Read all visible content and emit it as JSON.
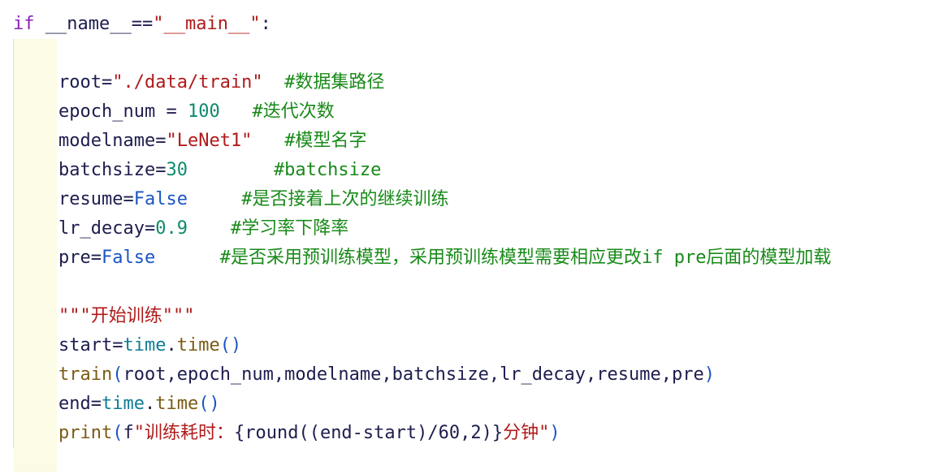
{
  "lines": {
    "l1": {
      "kw": "if",
      "name": "__name__",
      "op": "==",
      "str": "\"__main__\"",
      "colon": ":"
    },
    "l2": {
      "var": "root",
      "eq": "=",
      "str": "\"./data/train\"",
      "comment": "#数据集路径"
    },
    "l3": {
      "var": "epoch_num",
      "eq": " = ",
      "num": "100",
      "comment": "#迭代次数"
    },
    "l4": {
      "var": "modelname",
      "eq": "=",
      "str": "\"LeNet1\"",
      "comment": "#模型名字"
    },
    "l5": {
      "var": "batchsize",
      "eq": "=",
      "num": "30",
      "comment": "#batchsize"
    },
    "l6": {
      "var": "resume",
      "eq": "=",
      "const": "False",
      "comment": "#是否接着上次的继续训练"
    },
    "l7": {
      "var": "lr_decay",
      "eq": "=",
      "num": "0.9",
      "comment": "#学习率下降率"
    },
    "l8": {
      "var": "pre",
      "eq": "=",
      "const": "False",
      "comment": "#是否采用预训练模型，采用预训练模型需要相应更改if pre后面的模型加载"
    },
    "l9": {
      "docstring": "\"\"\"开始训练\"\"\""
    },
    "l10": {
      "var": "start",
      "eq": "=",
      "mod": "time",
      "dot": ".",
      "fn": "time",
      "parens": "()"
    },
    "l11": {
      "fn": "train",
      "open": "(",
      "args": "root,epoch_num,modelname,batchsize,lr_decay,resume,pre",
      "close": ")"
    },
    "l12": {
      "var": "end",
      "eq": "=",
      "mod": "time",
      "dot": ".",
      "fn": "time",
      "parens": "()"
    },
    "l13": {
      "fn": "print",
      "open": "(",
      "prefix": "f",
      "str_a": "\"训练耗时：",
      "fmt": "{round((end-start)/60,2)}",
      "str_b": "分钟\"",
      "close": ")"
    }
  }
}
